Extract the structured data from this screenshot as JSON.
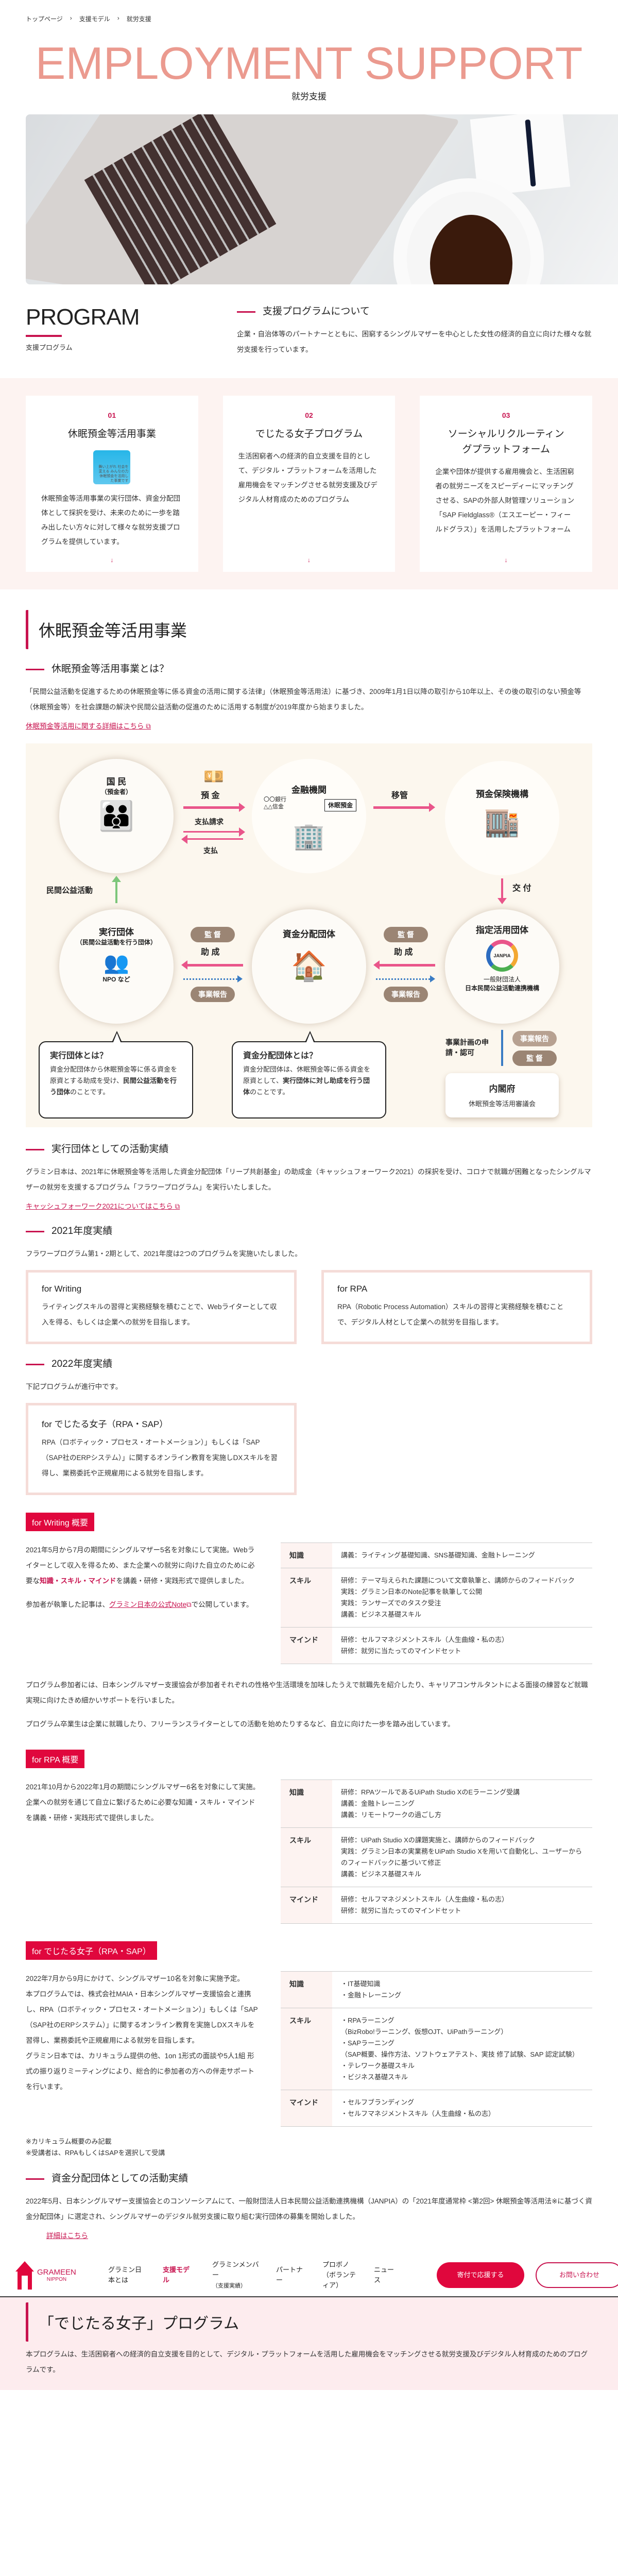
{
  "breadcrumb": [
    "トップページ",
    "支援モデル",
    "就労支援"
  ],
  "hero": {
    "title": "EMPLOYMENT SUPPORT",
    "subtitle": "就労支援"
  },
  "program": {
    "title_en": "PROGRAM",
    "title_jp": "支援プログラム",
    "heading": "支援プログラムについて",
    "text": "企業・自治体等のパートナーとともに、困窮するシングルマザーを中心とした女性の経済的自立に向けた様々な就労支援を行っています。"
  },
  "cards": [
    {
      "num": "01",
      "title": "休眠預金等活用事業",
      "logo_text": "舞い上がれ 社会を変える みんなの力 休眠預金を活用した事業です",
      "text": "休眠預金等活用事業の実行団体、資金分配団体として採択を受け、未来のために一歩を踏み出したい方々に対して様々な就労支援プログラムを提供しています。"
    },
    {
      "num": "02",
      "title": "でじたる女子プログラム",
      "text": "生活困窮者への経済的自立支援を目的として、デジタル・プラットフォームを活用した雇用機会をマッチングさせる就労支援及びデジタル人材育成のためのプログラム"
    },
    {
      "num": "03",
      "title": "ソーシャルリクルーティングプラットフォーム",
      "text": "企業や団体が提供する雇用機会と、生活困窮者の就労ニーズをスピーディーにマッチングさせる、SAPの外部人財管理ソリューション「SAP Fieldglass®（エスエーピー・フィールドグラス）」を活用したプラットフォーム"
    }
  ],
  "card_icon": "↓",
  "dormant": {
    "title": "休眠預金等活用事業",
    "what_heading": "休眠預金等活用事業とは？",
    "what_text": "「民間公益活動を促進するための休眠預金等に係る資金の活用に関する法律」（休眠預金等活用法）に基づき、2009年1月1日以降の取引から10年以上、その後の取引のない預金等（休眠預金等）を社会課題の解決や民間公益活動の促進のために活用する制度が2019年度から始まりました。",
    "what_link": "休眠預金等活用に関する詳細はこちら"
  },
  "diagram": {
    "citizens": "国 民",
    "citizens_sub": "（預金者）",
    "deposit": "預 金",
    "payment_request": "支払請求",
    "payment": "支払",
    "bank": "金融機関",
    "bank_names": "〇〇銀行 △△信金",
    "dormant_deposit": "休眠預金",
    "transfer": "移管",
    "dic": "預金保険機構",
    "grant": "交 付",
    "public_activity": "民間公益活動",
    "exec_org": "実行団体",
    "exec_org_sub": "（民間公益活動を行う団体）",
    "npo": "NPO など",
    "fund_org": "資金分配団体",
    "designated_org": "指定活用団体",
    "janpia": "JANPIA",
    "janpia_name1": "一般財団法人",
    "janpia_name2": "日本民間公益活動連携機構",
    "supervise": "監 督",
    "subsidy": "助 成",
    "report": "事業報告",
    "plan": "事業計画の申請・認可",
    "cabinet": "内閣府",
    "council": "休眠預金等活用審議会",
    "bubble1_title": "実行団体とは？",
    "bubble1_text": "資金分配団体から休眠預金等に係る資金を原資とする助成を受け、",
    "bubble1_bold": "民間公益活動を行う団体",
    "bubble1_end": "のことです。",
    "bubble2_title": "資金分配団体とは？",
    "bubble2_text": "資金分配団体は、休眠預金等に係る資金を原資として、",
    "bubble2_bold": "実行団体に対し助成を行う団体",
    "bubble2_end": "のことです。"
  },
  "exec": {
    "heading": "実行団体としての活動実績",
    "text": "グラミン日本は、2021年に休眠預金等を活用した資金分配団体「リープ共創基金」の助成金（キャッシュフォーワーク2021）の採択を受け、コロナで就職が困難となったシングルマザーの就労を支援するプログラム「フラワープログラム」を実行いたしました。",
    "link": "キャッシュフォーワーク2021についてはこちら",
    "y2021": "2021年度実績",
    "y2021_text": "フラワープログラム第1・2期として、2021年度は2つのプログラムを実施いたしました。",
    "box_writing_title": "for Writing",
    "box_writing_text": "ライティングスキルの習得と実務経験を積むことで、Webライターとして収入を得る、もしくは企業への就労を目指します。",
    "box_rpa_title": "for RPA",
    "box_rpa_text": "RPA（Robotic Process Automation）スキルの習得と実務経験を積むことで、デジタル人材として企業への就労を目指します。",
    "y2022": "2022年度実績",
    "y2022_text": "下記プログラムが進行中です。",
    "box_dj_title": "for でじたる女子（RPA・SAP）",
    "box_dj_text": "RPA（ロボティック・プロセス・オートメーション）」もしくは「SAP（SAP社のERPシステム）」に関するオンライン教育を実施しDXスキルを習得し、業務委託や正規雇用による就労を目指します。"
  },
  "writing": {
    "label": "for Writing 概要",
    "text1": "2021年5月から7月の期間にシングルマザー5名を対象にして実施。Webライターとして収入を得るため、また企業への就労に向けた自立のために必要な",
    "highlight": "知識・スキル・マインド",
    "text2": "を講義・研修・実践形式で提供しました。",
    "note_pre": "参加者が執筆した記事は、",
    "note_link": "グラミン日本の公式Note",
    "note_post": "で公開しています。",
    "rows": [
      {
        "k": "知識",
        "v": [
          "講義：ライティング基礎知識、SNS基礎知識、金融トレーニング"
        ]
      },
      {
        "k": "スキル",
        "v": [
          "研修：テーマ与えられた課題について文章執筆と、講師からのフィードバック",
          "実践：グラミン日本のNote記事を執筆して公開",
          "実践：ランサーズでのタスク受注",
          "講義：ビジネス基礎スキル"
        ]
      },
      {
        "k": "マインド",
        "v": [
          "研修：セルフマネジメントスキル（人生曲線・私の志）",
          "研修：就労に当たってのマインドセット"
        ]
      }
    ],
    "after1": "プログラム参加者には、日本シングルマザー支援協会が参加者それぞれの性格や生活環境を加味したうえで就職先を紹介したり、キャリアコンサルタントによる面接の練習など就職実現に向けたきめ細かいサポートを行いました。",
    "after2": "プログラム卒業生は企業に就職したり、フリーランスライターとしての活動を始めたりするなど、自立に向けた一歩を踏み出しています。"
  },
  "rpa": {
    "label": "for RPA 概要",
    "text": "2021年10月から2022年1月の期間にシングルマザー6名を対象にして実施。企業への就労を通じて自立に繋げるために必要な知識・スキル・マインドを講義・研修・実践形式で提供しました。",
    "rows": [
      {
        "k": "知識",
        "v": [
          "研修：RPAツールであるUiPath Studio XのEラーニング受講",
          "講義：金融トレーニング",
          "講義：リモートワークの過ごし方"
        ]
      },
      {
        "k": "スキル",
        "v": [
          "研修：UiPath Studio Xの課題実施と、講師からのフィードバック",
          "実践：グラミン日本の実業務をUiPath Studio Xを用いて自動化し、ユーザーからのフィードバックに基づいて修正",
          "講義：ビジネス基礎スキル"
        ]
      },
      {
        "k": "マインド",
        "v": [
          "研修：セルフマネジメントスキル（人生曲線・私の志）",
          "研修：就労に当たってのマインドセット"
        ]
      }
    ]
  },
  "dj": {
    "label": "for でじたる女子（RPA・SAP）",
    "text1": "2022年7月から9月にかけて、シングルマザー10名を対象に実施予定。",
    "text2": "本プログラムでは、株式会社MAIA・日本シングルマザー支援協会と連携し、RPA（ロボティック・プロセス・オートメーション）」もしくは「SAP（SAP社のERPシステム）」に関するオンライン教育を実施しDXスキルを習得し、業務委託や正規雇用による就労を目指します。",
    "text3": "グラミン日本では、カリキュラム提供の他、1on 1形式の面談や5人1組 形式の振り返りミーティングにより、総合的に参加者の方への伴走サポートを行います。",
    "rows": [
      {
        "k": "知識",
        "v": [
          "・IT基礎知識",
          "・金融トレーニング"
        ]
      },
      {
        "k": "スキル",
        "v": [
          "・RPAラーニング",
          "（BizRobo!ラーニング、仮想OJT、UiPathラーニング）",
          "・SAPラーニング",
          "（SAP概要、操作方法、ソフトウェアテスト、実技 修了試験、SAP 認定試験）",
          "・テレワーク基礎スキル",
          "・ビジネス基礎スキル"
        ]
      },
      {
        "k": "マインド",
        "v": [
          "・セルフブランディング",
          "・セルフマネジメントスキル（人生曲線・私の志）"
        ]
      }
    ],
    "note1": "※カリキュラム概要のみ記載",
    "note2": "※受講者は、RPAもしくはSAPを選択して受講"
  },
  "fund": {
    "heading": "資金分配団体としての活動実績",
    "text": "2022年5月、日本シングルマザー支援協会とのコンソーシアムにて、一般財団法人日本民間公益活動連携機構（JANPIA）の「2021年度通常枠 <第2回> 休眠預金等活用法※に基づく資金分配団体」に選定され、シングルマザーのデジタル就労支援に取り組む実行団体の募集を開始しました。",
    "link": "詳細はこちら"
  },
  "nav": {
    "logo": "GRAMEEN",
    "logo_sub": "NIPPON",
    "items": [
      "グラミン日本とは",
      "支援モデル",
      "グラミンメンバー",
      "パートナー",
      "プロボノ（ボランティア）",
      "ニュース"
    ],
    "items_sub": "（支援実績）",
    "donate": "寄付で応援する",
    "contact": "お問い合わせ"
  },
  "dj_section": {
    "title": "「でじたる女子」プログラム",
    "text": "本プログラムは、生活困窮者への経済的自立支援を目的として、デジタル・プラットフォームを活用した雇用機会をマッチングさせる就労支援及びデジタル人材育成のためのプログラムです。"
  },
  "colors": {
    "accent": "#e0073d",
    "title": "#eb9a8f",
    "pink_bg": "#fdf3f1"
  }
}
